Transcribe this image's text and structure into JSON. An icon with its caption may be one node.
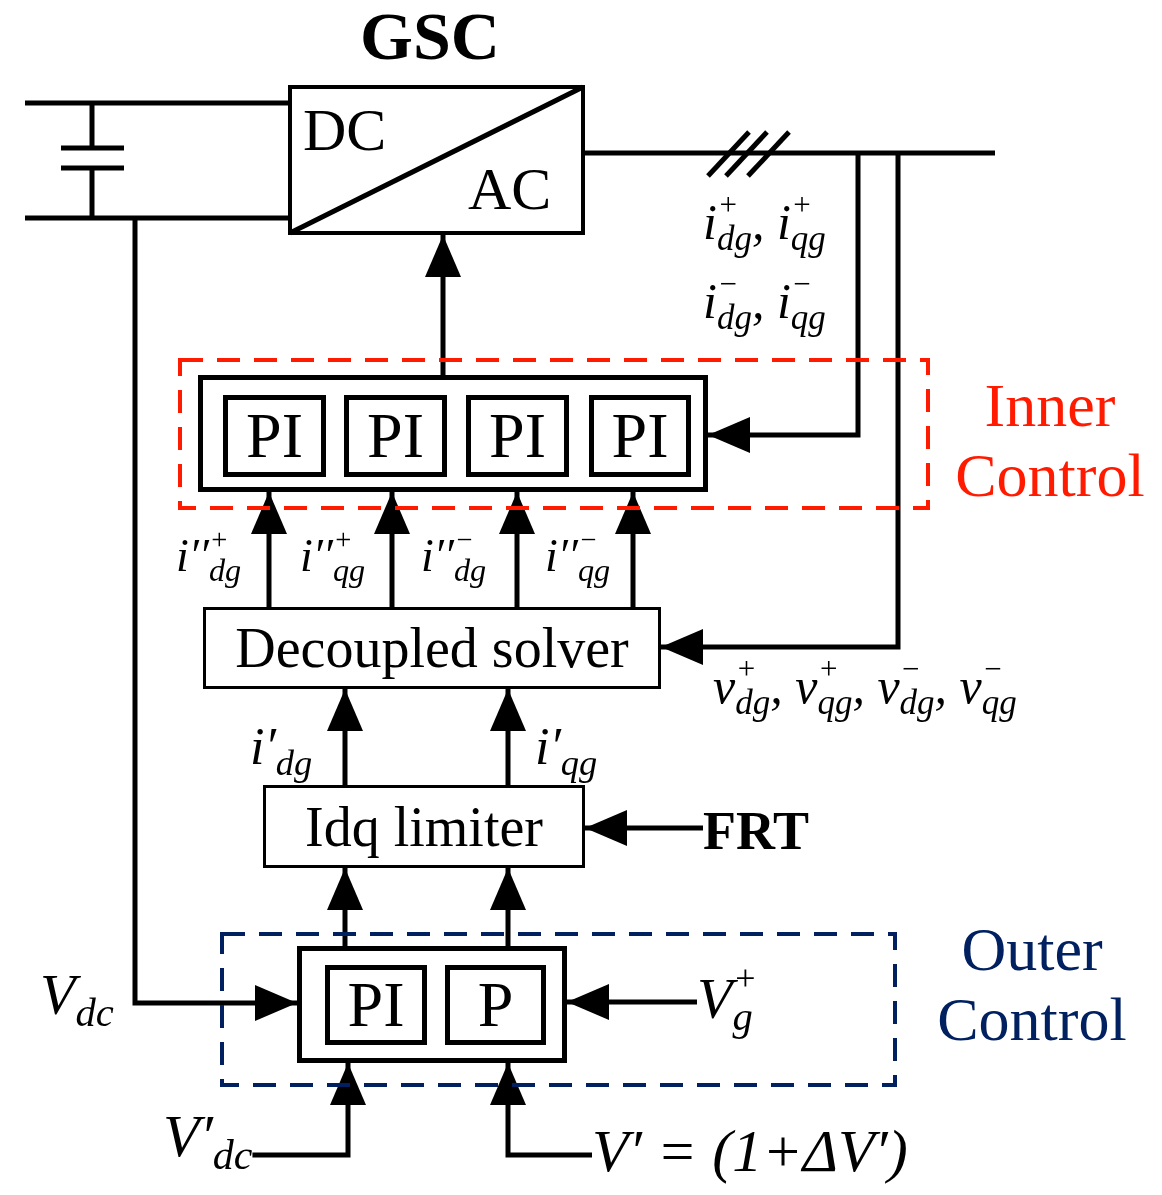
{
  "diagram": {
    "nodes": [
      {
        "text": [
          "GSC",
          "DC",
          "AC"
        ]
      },
      {
        "text": [
          "Inner Control"
        ]
      },
      {
        "text": [],
        "shape": "box",
        "in": 1
      },
      {
        "text": [
          "PI"
        ],
        "in": 2
      },
      {
        "text": [
          "PI"
        ],
        "in": 2
      },
      {
        "text": [
          "PI"
        ],
        "in": 2
      },
      {
        "text": [
          "PI"
        ],
        "in": 2
      },
      {
        "text": [
          "Decoupled solver"
        ]
      },
      {
        "text": [
          "Idq limiter"
        ]
      },
      {
        "text": [
          "FRT"
        ]
      },
      {
        "text": [
          "Outer Control"
        ]
      },
      {
        "text": [],
        "shape": "box",
        "in": 10
      },
      {
        "text": [
          "PI"
        ],
        "in": 11
      },
      {
        "text": [
          "P"
        ],
        "in": 11
      },
      {
        "text": [
          "V$^{+}$$_{g}$"
        ],
        "in": 10
      },
      {
        "text": [
          "V′$_{dc}$"
        ]
      },
      {
        "text": [
          "V′ = (1+ΔV′)"
        ]
      }
    ],
    "edges": [
      {
        "from": null,
        "to": 0,
        "arrow": "none"
      },
      {
        "from": null,
        "to": 0,
        "arrow": "none"
      },
      {
        "from": 0,
        "to": null,
        "arrow": "none"
      },
      {
        "from": 2,
        "to": 0,
        "arrow": "to"
      },
      {
        "from": null,
        "to": 2,
        "arrow": "to",
        "label": "i$^{+}$$_{dg}$, i$^{+}$$_{qg}$ i$^{−}$$_{dg}$, i$^{−}$$_{qg}$"
      },
      {
        "from": 7,
        "to": 2,
        "arrow": "to",
        "label": "i′′$^{+}$$_{dg}$"
      },
      {
        "from": 7,
        "to": 2,
        "arrow": "to",
        "label": "i′′$^{+}$$_{qg}$"
      },
      {
        "from": 7,
        "to": 2,
        "arrow": "to",
        "label": "i′′$^{−}$$_{dg}$"
      },
      {
        "from": 7,
        "to": 2,
        "arrow": "to",
        "label": "i′′$^{−}$$_{qg}$"
      },
      {
        "from": null,
        "to": 7,
        "arrow": "to",
        "label": "v$^{+}$$_{dg}$, v$^{+}$$_{qg}$, v$^{−}$$_{dg}$, v$^{−}$$_{qg}$"
      },
      {
        "from": 8,
        "to": 7,
        "arrow": "to",
        "label": "i′$_{dg}$"
      },
      {
        "from": 8,
        "to": 7,
        "arrow": "to",
        "label": "i′$_{qg}$"
      },
      {
        "from": 9,
        "to": 8,
        "arrow": "to"
      },
      {
        "from": 11,
        "to": 8,
        "arrow": "to"
      },
      {
        "from": 11,
        "to": 8,
        "arrow": "to"
      },
      {
        "from": null,
        "to": 11,
        "arrow": "to",
        "label": "V$_{dc}$"
      },
      {
        "from": 14,
        "to": 11,
        "arrow": "to"
      },
      {
        "from": 15,
        "to": 11,
        "arrow": "to"
      },
      {
        "from": 16,
        "to": 11,
        "arrow": "to"
      }
    ]
  }
}
